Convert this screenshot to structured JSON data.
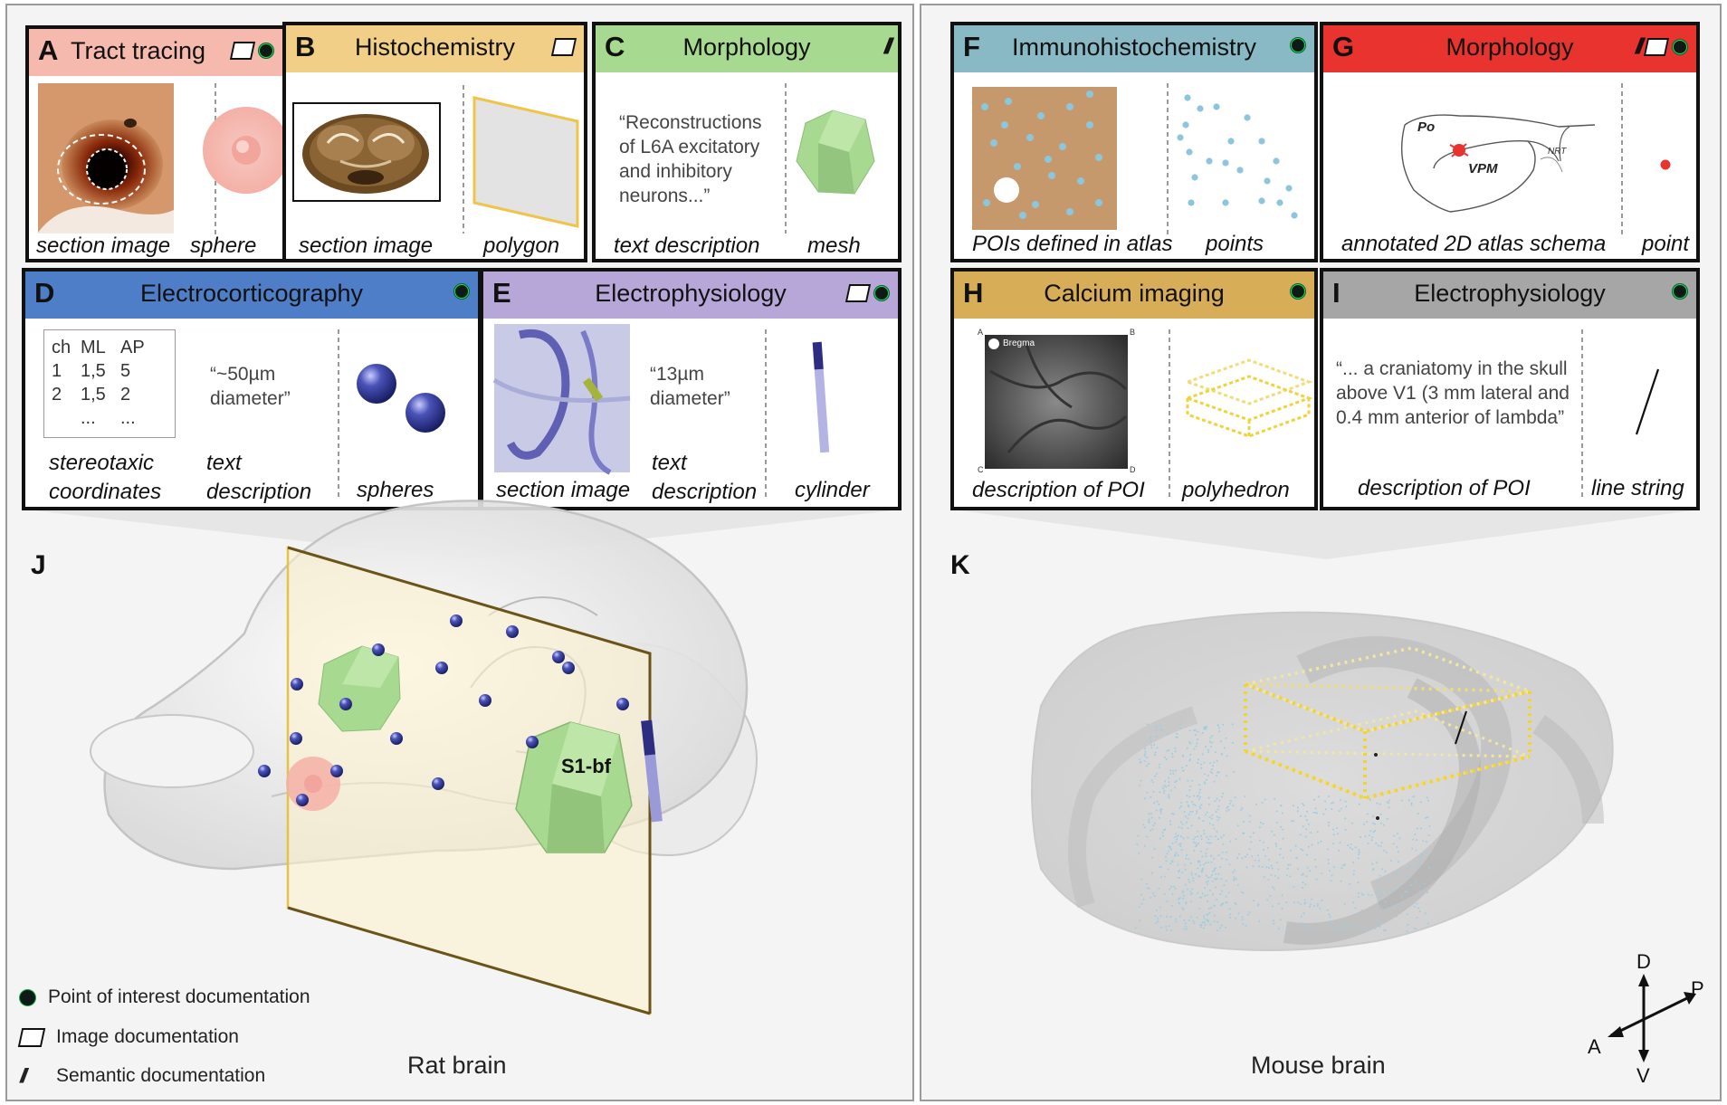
{
  "panels": {
    "A": {
      "letter": "A",
      "title": "Tract tracing",
      "label1": "section image",
      "label2": "sphere",
      "color": "#f5b9ae"
    },
    "B": {
      "letter": "B",
      "title": "Histochemistry",
      "label1": "section image",
      "label2": "polygon",
      "color": "#f2cf86"
    },
    "C": {
      "letter": "C",
      "title": "Morphology",
      "label1": "text description",
      "label2": "mesh",
      "text": "“Reconstructions of L6A excitatory and inhibitory neurons...”",
      "color": "#a7d990"
    },
    "D": {
      "letter": "D",
      "title": "Electrocorticography",
      "label1": "stereotaxic coordinates",
      "label2": "text description",
      "label3": "spheres",
      "text": "“~50µm diameter”",
      "color": "#4f7ec8",
      "table": {
        "headers": [
          "ch",
          "ML",
          "AP"
        ],
        "rows": [
          [
            "1",
            "1,5",
            "5"
          ],
          [
            "2",
            "1,5",
            "2"
          ],
          [
            "",
            "...",
            "..."
          ]
        ]
      }
    },
    "E": {
      "letter": "E",
      "title": "Electrophysiology",
      "label1": "section image",
      "label2": "text description",
      "label3": "cylinder",
      "text": "“13µm diameter”",
      "color": "#b7a7d8"
    },
    "F": {
      "letter": "F",
      "title": "Immunohistochemistry",
      "label1": "POIs defined in atlas",
      "label2": "points",
      "color": "#8ab9c6"
    },
    "G": {
      "letter": "G",
      "title": "Morphology",
      "label1": "annotated 2D atlas schema",
      "label2": "point",
      "color": "#e8332f",
      "atlas": {
        "po": "Po",
        "vpm": "VPM",
        "nrt": "NRT"
      }
    },
    "H": {
      "letter": "H",
      "title": "Calcium imaging",
      "label1": "description of POI",
      "label2": "polyhedron",
      "color": "#d7ad57",
      "corners": {
        "a": "A",
        "b": "B",
        "c": "C",
        "d": "D",
        "bregma": "Bregma"
      }
    },
    "I": {
      "letter": "I",
      "title": "Electrophysiology",
      "label1": "description of POI",
      "label2": "line string",
      "text": "“... a craniatomy in the skull above V1 (3 mm lateral and 0.4 mm anterior of lambda”",
      "color": "#a6a6a6"
    }
  },
  "rat": {
    "letter": "J",
    "name": "Rat brain",
    "mesh_label": "S1-bf"
  },
  "mouse": {
    "letter": "K",
    "name": "Mouse brain"
  },
  "legend": {
    "poi": "Point of interest documentation",
    "image": "Image documentation",
    "semantic": "Semantic documentation"
  },
  "compass": {
    "d": "D",
    "v": "V",
    "a": "A",
    "p": "P"
  }
}
